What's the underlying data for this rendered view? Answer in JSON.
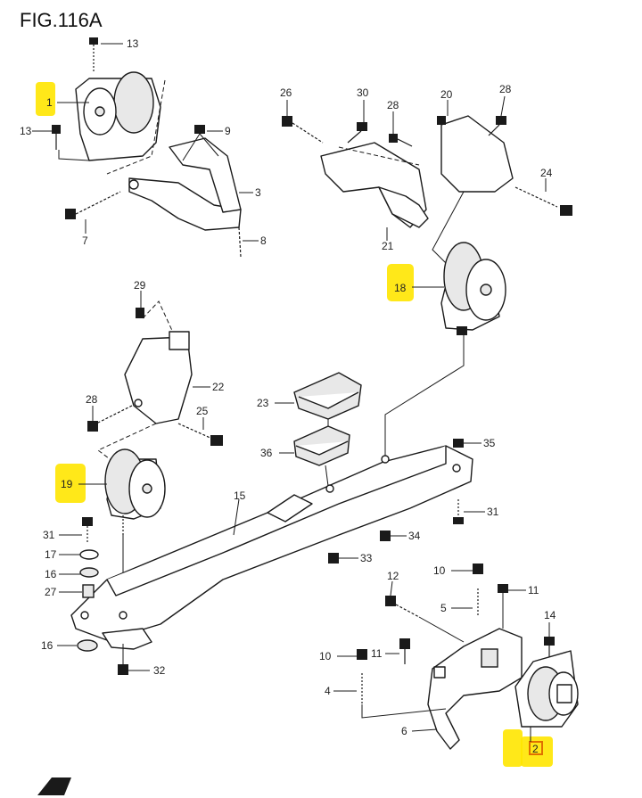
{
  "title": "FIG.116A",
  "colors": {
    "highlight": "#ffe600",
    "highlight_box": "#e07000",
    "ink": "#1a1a1a"
  },
  "callouts": {
    "c1": "1",
    "c2": "2",
    "c3": "3",
    "c4": "4",
    "c5": "5",
    "c6": "6",
    "c7": "7",
    "c8": "8",
    "c9": "9",
    "c10a": "10",
    "c10b": "10",
    "c11a": "11",
    "c11b": "11",
    "c12": "12",
    "c13a": "13",
    "c13b": "13",
    "c14": "14",
    "c15": "15",
    "c16a": "16",
    "c16b": "16",
    "c17": "17",
    "c18": "18",
    "c19": "19",
    "c20": "20",
    "c21": "21",
    "c22": "22",
    "c23": "23",
    "c24": "24",
    "c25": "25",
    "c26": "26",
    "c27": "27",
    "c28a": "28",
    "c28b": "28",
    "c28c": "28",
    "c29": "29",
    "c30": "30",
    "c31a": "31",
    "c31b": "31",
    "c32": "32",
    "c33": "33",
    "c34": "34",
    "c35": "35",
    "c36": "36"
  },
  "highlighted_parts": [
    "1",
    "18",
    "19",
    "2"
  ]
}
